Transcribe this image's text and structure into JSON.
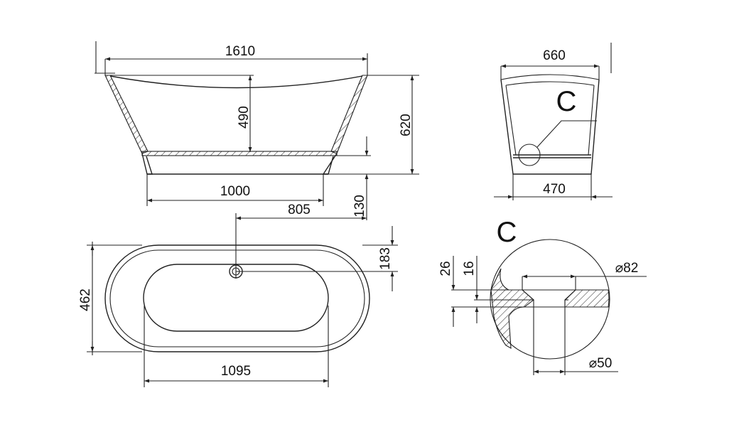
{
  "drawing": {
    "side_view": {
      "length": "1610",
      "inner_depth": "490",
      "height": "620",
      "base_length": "1000",
      "base_height": "130",
      "drain_offset": "805"
    },
    "top_view": {
      "width": "462",
      "drain_from_edge": "183",
      "inner_length": "1095"
    },
    "end_view": {
      "top_width": "660",
      "base_width": "470",
      "detail_callout": "C"
    },
    "detail_c": {
      "label": "C",
      "thickness_total": "26",
      "thickness_bottom": "16",
      "drain_outer_diameter": "⌀82",
      "drain_inner_diameter": "⌀50"
    }
  }
}
